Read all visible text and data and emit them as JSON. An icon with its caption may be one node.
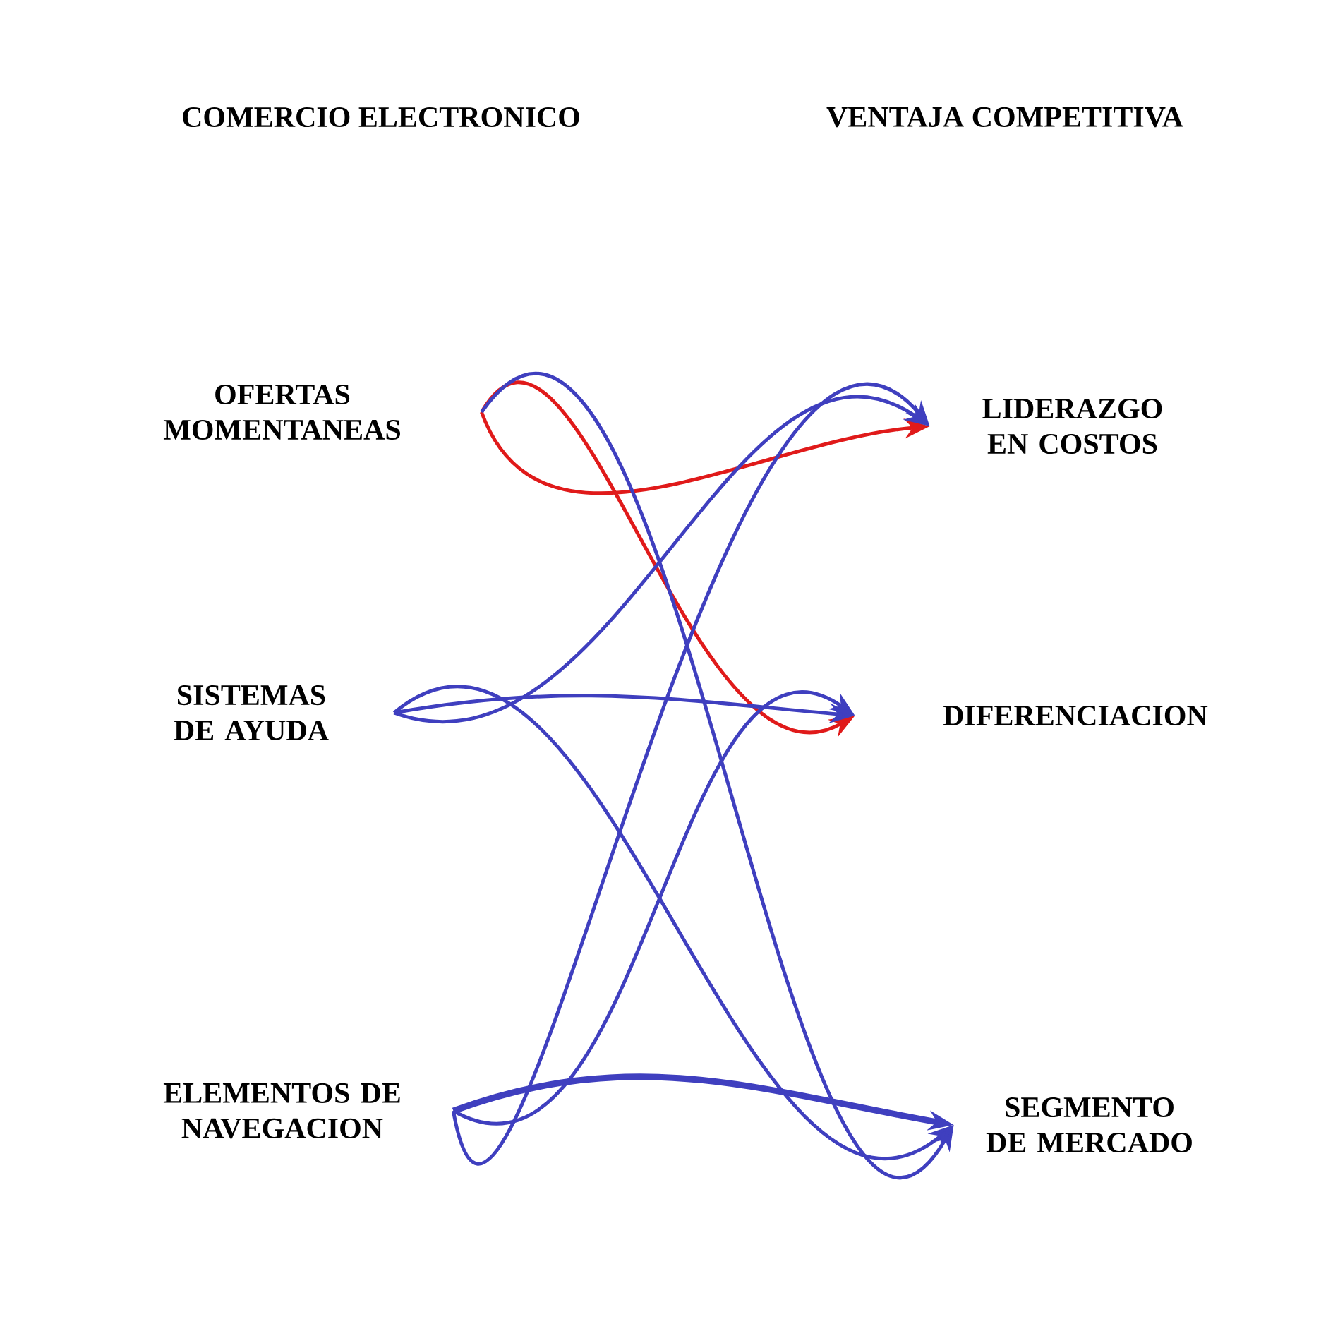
{
  "diagram": {
    "nodes": [
      {
        "text": [
          "OFERTAS MOMENTANEAS"
        ]
      },
      {
        "text": [
          "SISTEMAS DE AYUDA"
        ]
      },
      {
        "text": [
          "ELEMENTOS DE NAVEGACION"
        ]
      },
      {
        "text": [
          "LIDERAZGO EN COSTOS"
        ]
      },
      {
        "text": [
          "DIFERENCIACION"
        ]
      },
      {
        "text": [
          "SEGMENTO DE MERCADO"
        ]
      }
    ],
    "edges": [
      {
        "from": 0,
        "to": 3,
        "arrow": "to",
        "color": "#e01a1a"
      },
      {
        "from": 0,
        "to": 4,
        "arrow": "to",
        "color": "#e01a1a"
      },
      {
        "from": 0,
        "to": 5,
        "arrow": "to"
      },
      {
        "from": 1,
        "to": 3,
        "arrow": "to"
      },
      {
        "from": 1,
        "to": 4,
        "arrow": "to"
      },
      {
        "from": 1,
        "to": 5,
        "arrow": "to"
      },
      {
        "from": 2,
        "to": 3,
        "arrow": "to"
      },
      {
        "from": 2,
        "to": 4,
        "arrow": "to"
      },
      {
        "from": 2,
        "to": 5,
        "arrow": "to",
        "style": "thick"
      }
    ],
    "labels": [
      "COMERCIO ELECTRONICO",
      "VENTAJA COMPETITIVA"
    ]
  }
}
